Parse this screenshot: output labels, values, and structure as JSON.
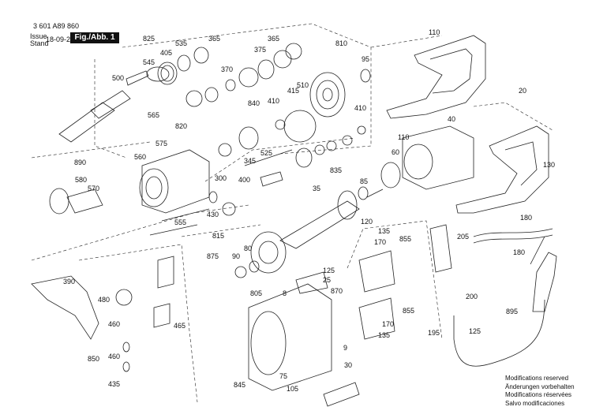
{
  "header": {
    "part_number": "3 601 A89 860",
    "issue_label": "Issue",
    "stand_label": "Stand",
    "date": "18-09-21",
    "figure": "Fig./Abb. 1"
  },
  "callouts": [
    "825",
    "535",
    "365",
    "365",
    "110",
    "545",
    "405",
    "375",
    "810",
    "95",
    "500",
    "370",
    "510",
    "415",
    "20",
    "840",
    "410",
    "565",
    "820",
    "410",
    "575",
    "40",
    "345",
    "525",
    "110",
    "560",
    "890",
    "300",
    "835",
    "60",
    "580",
    "570",
    "400",
    "130",
    "35",
    "85",
    "430",
    "555",
    "120",
    "180",
    "815",
    "135",
    "855",
    "170",
    "875",
    "205",
    "90",
    "80",
    "180",
    "125",
    "25",
    "390",
    "870",
    "805",
    "8",
    "200",
    "480",
    "465",
    "460",
    "855",
    "170",
    "135",
    "895",
    "125",
    "9",
    "195",
    "850",
    "460",
    "30",
    "845",
    "75",
    "435",
    "105"
  ],
  "modifications": [
    "Modifications reserved",
    "Änderungen vorbehalten",
    "Modifications réservées",
    "Salvo modificaciones"
  ]
}
